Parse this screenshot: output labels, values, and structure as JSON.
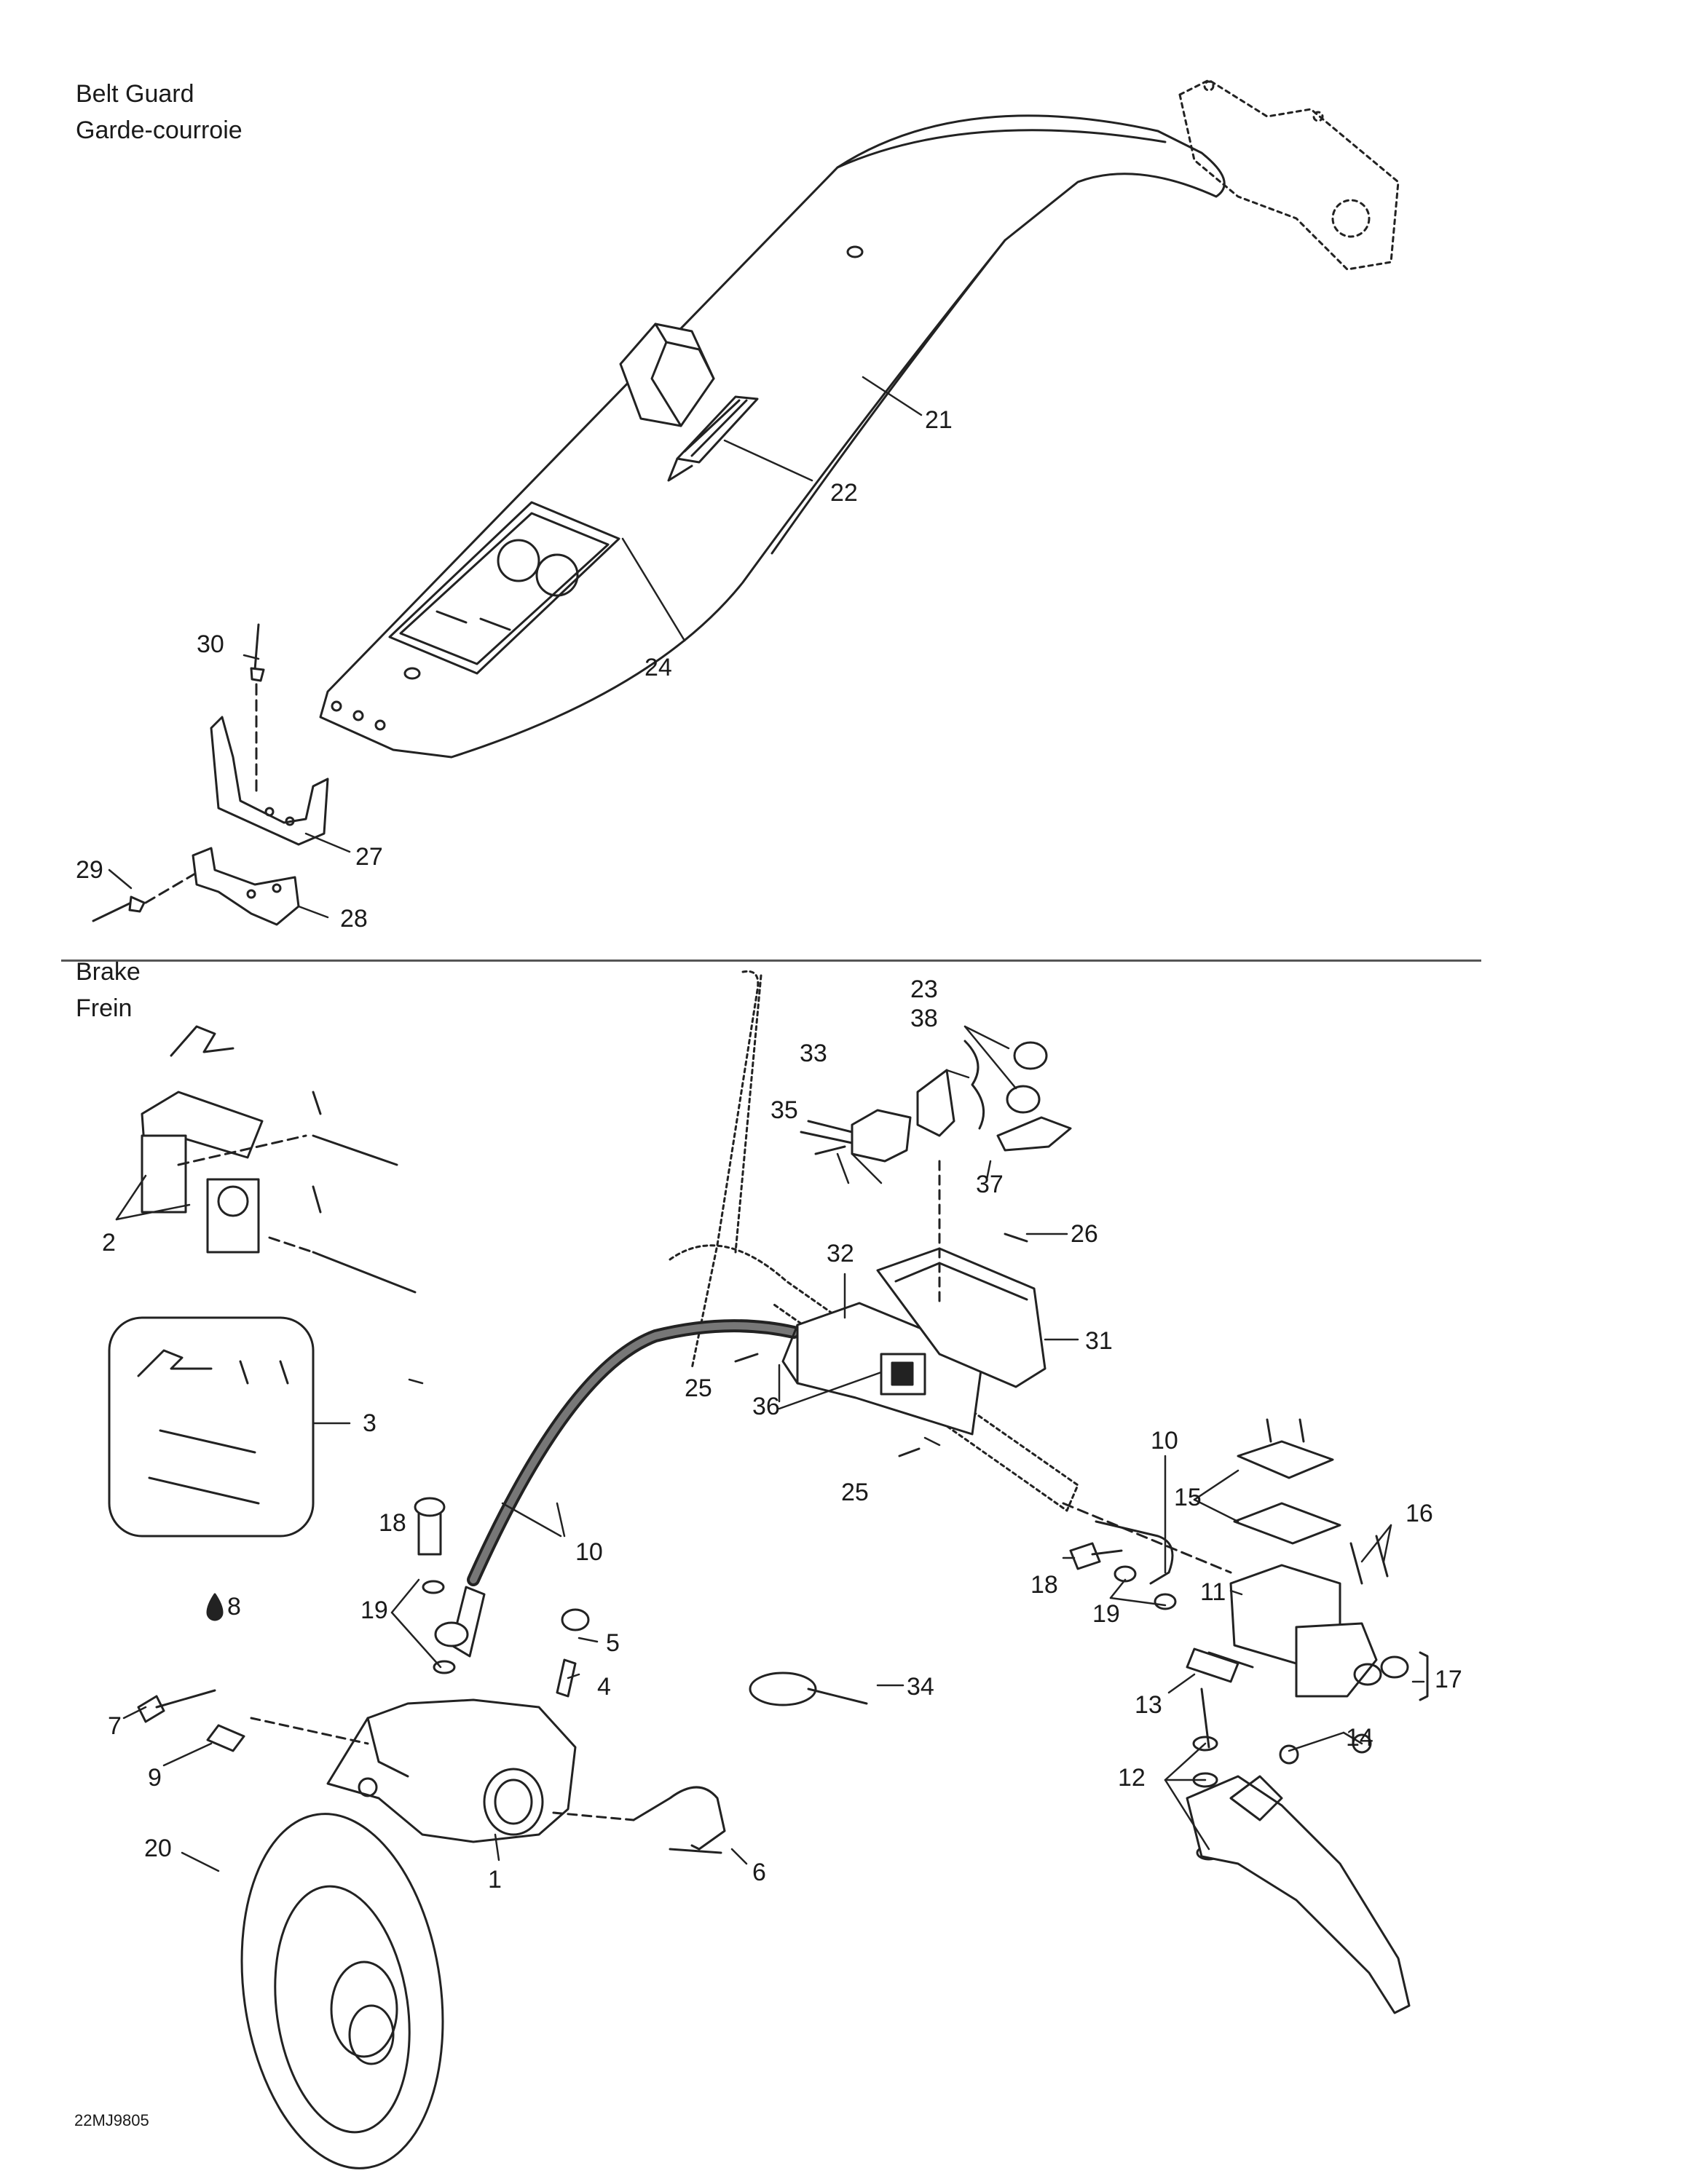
{
  "sections": {
    "belt_guard": {
      "title_en": "Belt Guard",
      "title_fr": "Garde-courroie"
    },
    "brake": {
      "title_en": "Brake",
      "title_fr": "Frein"
    }
  },
  "drawing_code": "22MJ9805",
  "callouts": {
    "c1": "1",
    "c2": "2",
    "c3": "3",
    "c4": "4",
    "c5": "5",
    "c6": "6",
    "c7": "7",
    "c8": "8",
    "c9": "9",
    "c10a": "10",
    "c10b": "10",
    "c11": "11",
    "c12": "12",
    "c13": "13",
    "c14": "14",
    "c15": "15",
    "c16": "16",
    "c17": "17",
    "c18a": "18",
    "c18b": "18",
    "c19a": "19",
    "c19b": "19",
    "c20": "20",
    "c21": "21",
    "c22": "22",
    "c23": "23",
    "c24": "24",
    "c25a": "25",
    "c25b": "25",
    "c26": "26",
    "c27": "27",
    "c28": "28",
    "c29": "29",
    "c30": "30",
    "c31": "31",
    "c32": "32",
    "c33": "33",
    "c34": "34",
    "c35": "35",
    "c36": "36",
    "c37": "37",
    "c38": "38"
  }
}
